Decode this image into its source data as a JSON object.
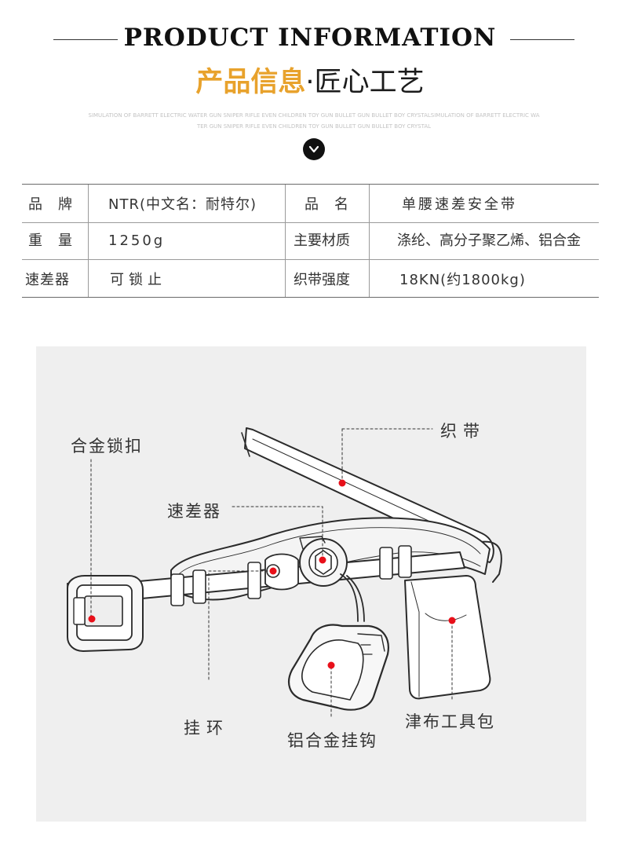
{
  "header": {
    "title_en": "PRODUCT INFORMATION",
    "title_cn_accent": "产品信息",
    "title_cn_sep": "·",
    "title_cn_rest": "匠心工艺",
    "sim_line1": "SIMULATION OF BARRETT ELECTRIC WATER GUN SNIPER RIFLE EVEN CHILDREN TOY GUN BULLET GUN BULLET BOY CRYSTALSIMULATION OF BARRETT ELECTRIC WA",
    "sim_line2": "TER GUN SNIPER RIFLE EVEN CHILDREN TOY GUN BULLET GUN BULLET BOY CRYSTAL",
    "accent_color": "#e8a22c"
  },
  "specs": {
    "r1": {
      "k1": "品　牌",
      "v1": "NTR(中文名：耐特尔)",
      "k2": "品　名",
      "v2": "单腰速差安全带"
    },
    "r2": {
      "k1": "重　量",
      "v1": "1250g",
      "k2": "主要材质",
      "v2": "涤纶、高分子聚乙烯、铝合金"
    },
    "r3": {
      "k1": "速差器",
      "v1": "可锁止",
      "k2": "织带强度",
      "v2": "18KN(约1800kg)"
    }
  },
  "callouts": {
    "buckle": "合金锁扣",
    "webbing": "织带",
    "retractor": "速差器",
    "ring": "挂环",
    "hook": "铝合金挂钩",
    "bag": "津布工具包"
  },
  "marker_color": "#e8101a"
}
